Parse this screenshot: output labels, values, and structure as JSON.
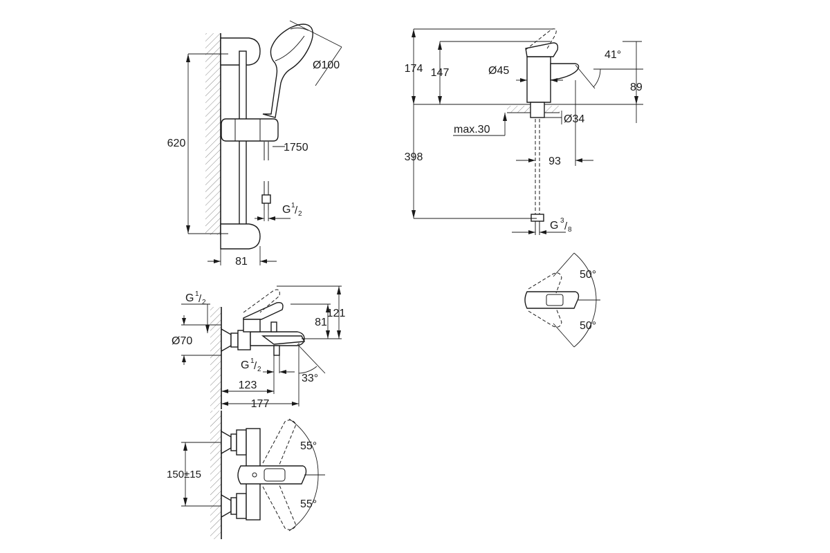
{
  "shower_set": {
    "height": "620",
    "hand_shower_diameter": "Ø100",
    "hose_length": "1750",
    "hose_thread": "G",
    "hose_thread_num": "1",
    "hose_thread_den": "2",
    "wall_projection": "81"
  },
  "basin_mixer": {
    "total_height": "174",
    "spout_height": "147",
    "body_diameter": "Ø45",
    "lever_angle": "41°",
    "spout_clearance": "89",
    "mount_hole": "Ø34",
    "max_thickness": "max.30",
    "hose_length": "398",
    "spout_reach": "93",
    "connection_thread": "G",
    "connection_num": "3",
    "connection_den": "8",
    "swivel_left": "50°",
    "swivel_right": "50°"
  },
  "bath_mixer": {
    "thread": "G",
    "thread_num": "1",
    "thread_den": "2",
    "rosette_diameter": "Ø70",
    "height_81": "81",
    "height_121": "121",
    "outlet_thread": "G",
    "outlet_num": "1",
    "outlet_den": "2",
    "spout_angle": "33°",
    "depth_123": "123",
    "depth_177": "177",
    "centres": "150±15",
    "swivel_up": "55°",
    "swivel_down": "55°"
  }
}
